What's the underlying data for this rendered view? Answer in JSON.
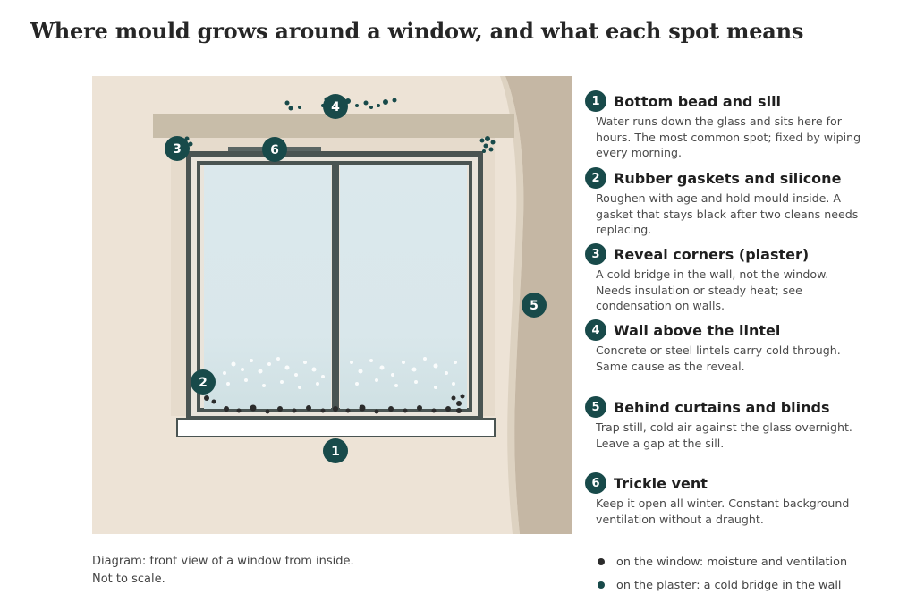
{
  "title": "Where mould grows around a window, and what each spot means",
  "caption": {
    "line1": "Diagram: front view of a window from inside.",
    "line2": "Not to scale."
  },
  "markers": [
    "1",
    "2",
    "3",
    "4",
    "5",
    "6"
  ],
  "items": [
    {
      "num": "1",
      "title": "Bottom bead and sill",
      "desc": "Water runs down the glass and sits here for hours. The most common spot; fixed by wiping every morning."
    },
    {
      "num": "2",
      "title": "Rubber gaskets and silicone",
      "desc": "Roughen with age and hold mould inside. A gasket that stays black after two cleans needs replacing."
    },
    {
      "num": "3",
      "title": "Reveal corners (plaster)",
      "desc": "A cold bridge in the wall, not the window. Needs insulation or steady heat; see condensation on walls."
    },
    {
      "num": "4",
      "title": "Wall above the lintel",
      "desc": "Concrete or steel lintels carry cold through. Same cause as the reveal."
    },
    {
      "num": "5",
      "title": "Behind curtains and blinds",
      "desc": "Trap still, cold air against the glass overnight. Leave a gap at the sill."
    },
    {
      "num": "6",
      "title": "Trickle vent",
      "desc": "Keep it open all winter. Constant background ventilation without a draught."
    }
  ],
  "key": [
    {
      "label": "on the window: moisture and ventilation",
      "color": "#2b2b2b"
    },
    {
      "label": "on the plaster: a cold bridge in the wall",
      "color": "#184a4a"
    }
  ],
  "colors": {
    "wall": "#ede3d6",
    "reveal": "#e6dbcc",
    "curtain": "#c5b7a4",
    "lintel": "#c8bda9",
    "frame": "#4a5452",
    "glass": "#dce9ec",
    "marker": "#184a4a",
    "mould_window": "#2b2b2b",
    "mould_plaster": "#184a4a"
  }
}
